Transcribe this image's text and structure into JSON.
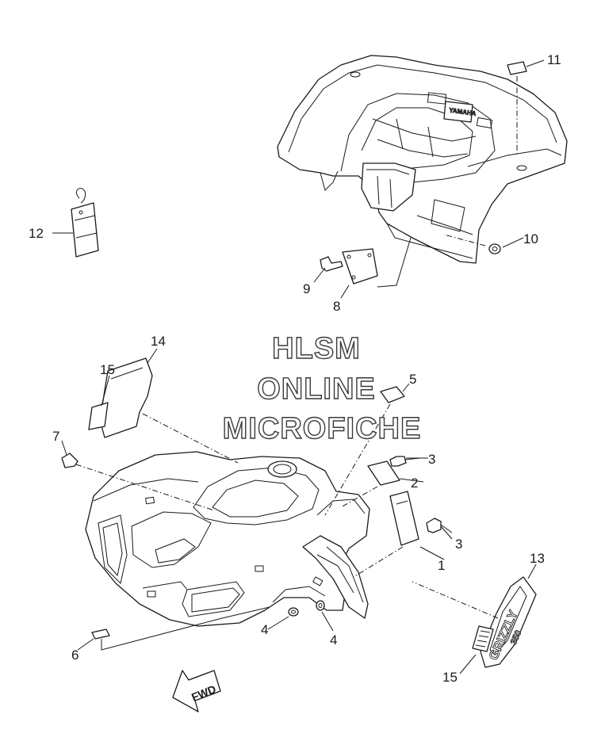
{
  "watermark": {
    "line1": "HLSM",
    "line2": "ONLINE",
    "line3": "MICROFICHE"
  },
  "callouts": [
    {
      "id": "c1",
      "label": "1"
    },
    {
      "id": "c2",
      "label": "2"
    },
    {
      "id": "c3a",
      "label": "3"
    },
    {
      "id": "c3b",
      "label": "3"
    },
    {
      "id": "c4a",
      "label": "4"
    },
    {
      "id": "c4b",
      "label": "4"
    },
    {
      "id": "c5",
      "label": "5"
    },
    {
      "id": "c6",
      "label": "6"
    },
    {
      "id": "c7",
      "label": "7"
    },
    {
      "id": "c8",
      "label": "8"
    },
    {
      "id": "c9",
      "label": "9"
    },
    {
      "id": "c10",
      "label": "10"
    },
    {
      "id": "c11",
      "label": "11"
    },
    {
      "id": "c12",
      "label": "12"
    },
    {
      "id": "c13",
      "label": "13"
    },
    {
      "id": "c14",
      "label": "14"
    },
    {
      "id": "c15a",
      "label": "15"
    },
    {
      "id": "c15b",
      "label": "15"
    }
  ],
  "rear_fender_logo": "YAMAHA",
  "side_emblem": {
    "text": "GRIZZLY",
    "model": "350"
  },
  "direction_arrow": "FWD",
  "icons": {
    "direction": "forward-arrow-icon"
  }
}
